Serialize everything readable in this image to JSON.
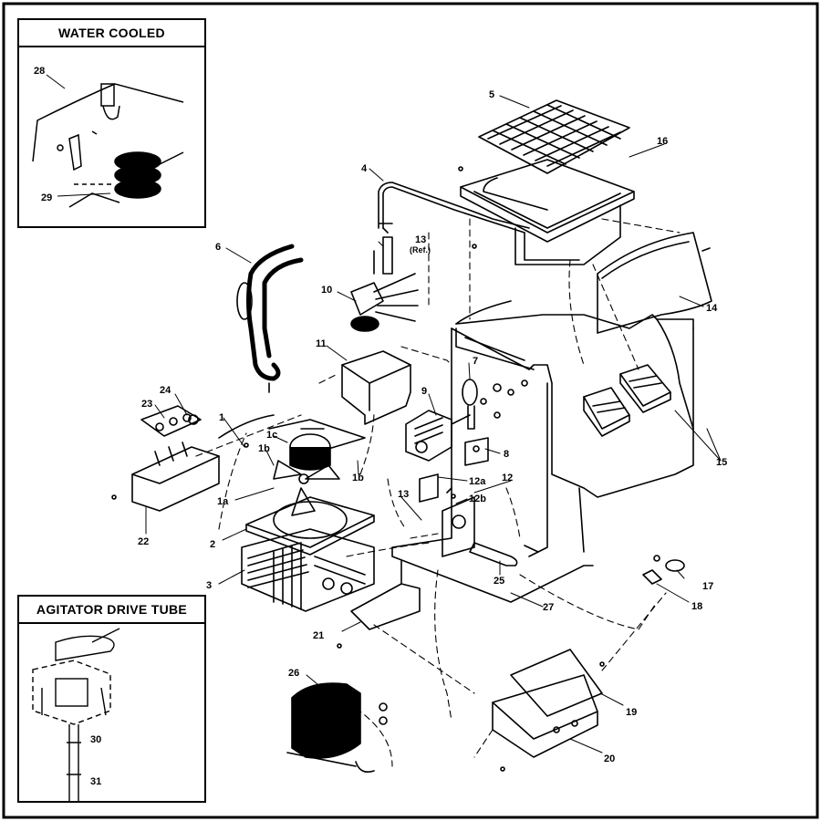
{
  "insets": {
    "water_cooled": {
      "title": "WATER COOLED",
      "callouts": [
        "28",
        "29"
      ]
    },
    "agitator_drive_tube": {
      "title": "AGITATOR DRIVE TUBE",
      "callouts": [
        "30",
        "31"
      ]
    }
  },
  "callouts": {
    "c1": "1",
    "c1a": "1a",
    "c1b_left": "1b",
    "c1b_right": "1b",
    "c1c": "1c",
    "c2": "2",
    "c3": "3",
    "c4": "4",
    "c5": "5",
    "c6": "6",
    "c7": "7",
    "c8": "8",
    "c9": "9",
    "c10": "10",
    "c11": "11",
    "c12": "12",
    "c12a": "12a",
    "c12b": "12b",
    "c13_top": "13",
    "c13_ref": "(Ref.)",
    "c13_mid": "13",
    "c14": "14",
    "c15": "15",
    "c16": "16",
    "c17": "17",
    "c18": "18",
    "c19": "19",
    "c20": "20",
    "c21": "21",
    "c22": "22",
    "c23": "23",
    "c24": "24",
    "c25": "25",
    "c26": "26",
    "c27": "27"
  },
  "colors": {
    "ink": "#000000",
    "paper": "#ffffff"
  }
}
